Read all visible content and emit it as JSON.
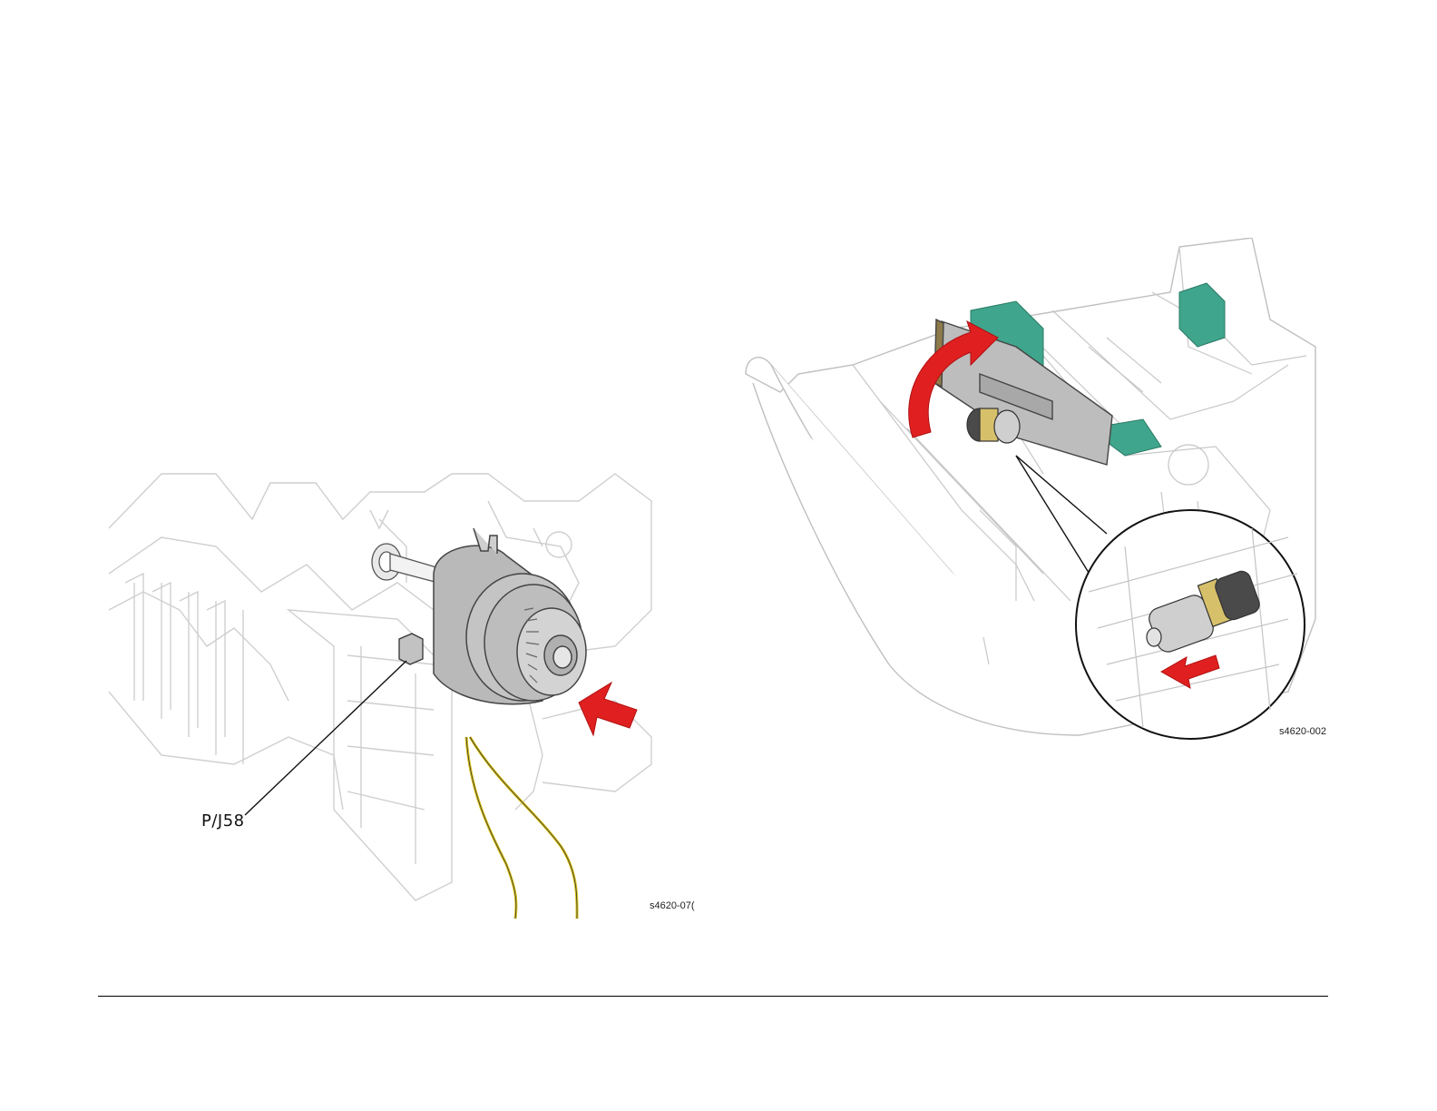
{
  "figures": [
    {
      "id_label": "s4620-07(",
      "callout": "P/J58",
      "icon": "clutch-removal-illustration"
    },
    {
      "id_label": "s4620-002",
      "icon": "tray-roller-removal-illustration"
    }
  ],
  "colors": {
    "line_art": "#c9c9c9",
    "part_gray": "#b9b9b9",
    "arrow_red": "#e02020",
    "tray_green": "#3fa58c",
    "wire_yellow": "#d9c21a",
    "rule": "#000000"
  }
}
